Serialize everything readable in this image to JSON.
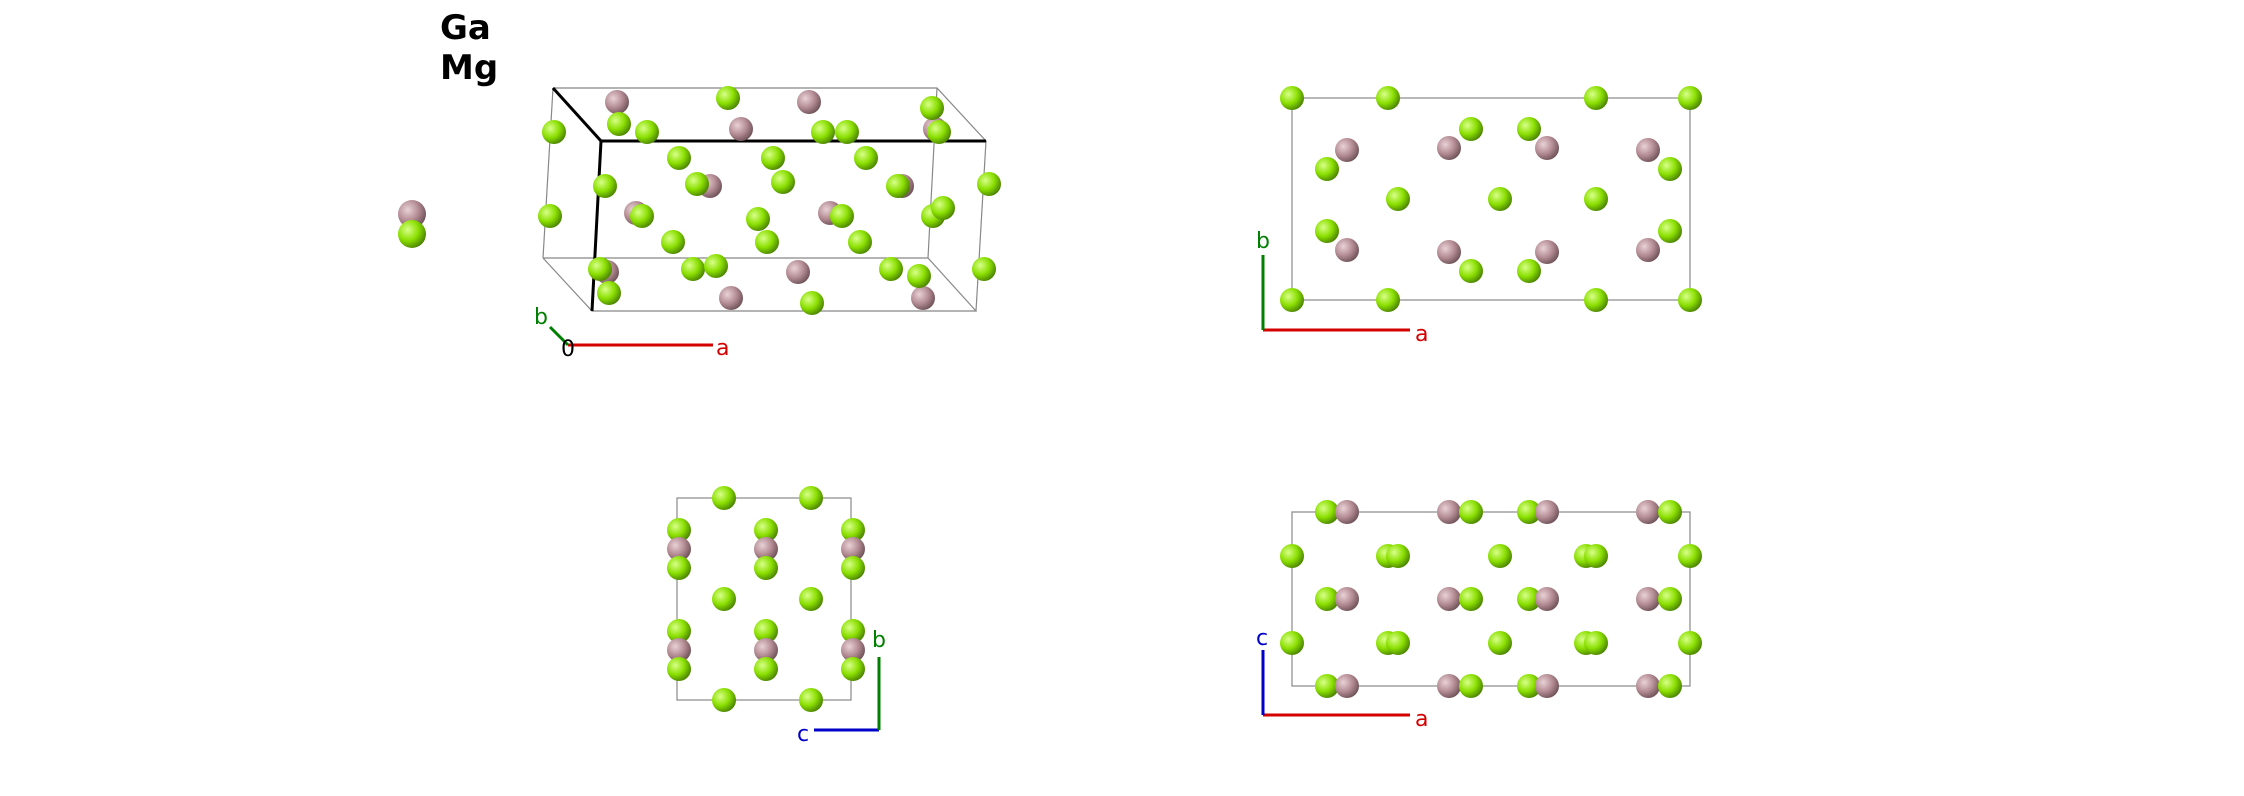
{
  "legend": {
    "elements": [
      {
        "symbol": "Ga",
        "color": "#b48c94"
      },
      {
        "symbol": "Mg",
        "color": "#8adf00"
      }
    ]
  },
  "views": {
    "perspective": {
      "axes": {
        "a": "a",
        "b": "b",
        "origin": "0"
      }
    },
    "top_ab": {
      "axes": {
        "a": "a",
        "b": "b"
      }
    },
    "side_bc": {
      "axes": {
        "b": "b",
        "c": "c"
      }
    },
    "side_ac": {
      "axes": {
        "a": "a",
        "c": "c"
      }
    }
  },
  "colors": {
    "axis_a": "#d40000",
    "axis_b": "#007f00",
    "axis_c": "#0000c8",
    "cell_line": "#888888",
    "cell_edge_bold": "#000000"
  }
}
